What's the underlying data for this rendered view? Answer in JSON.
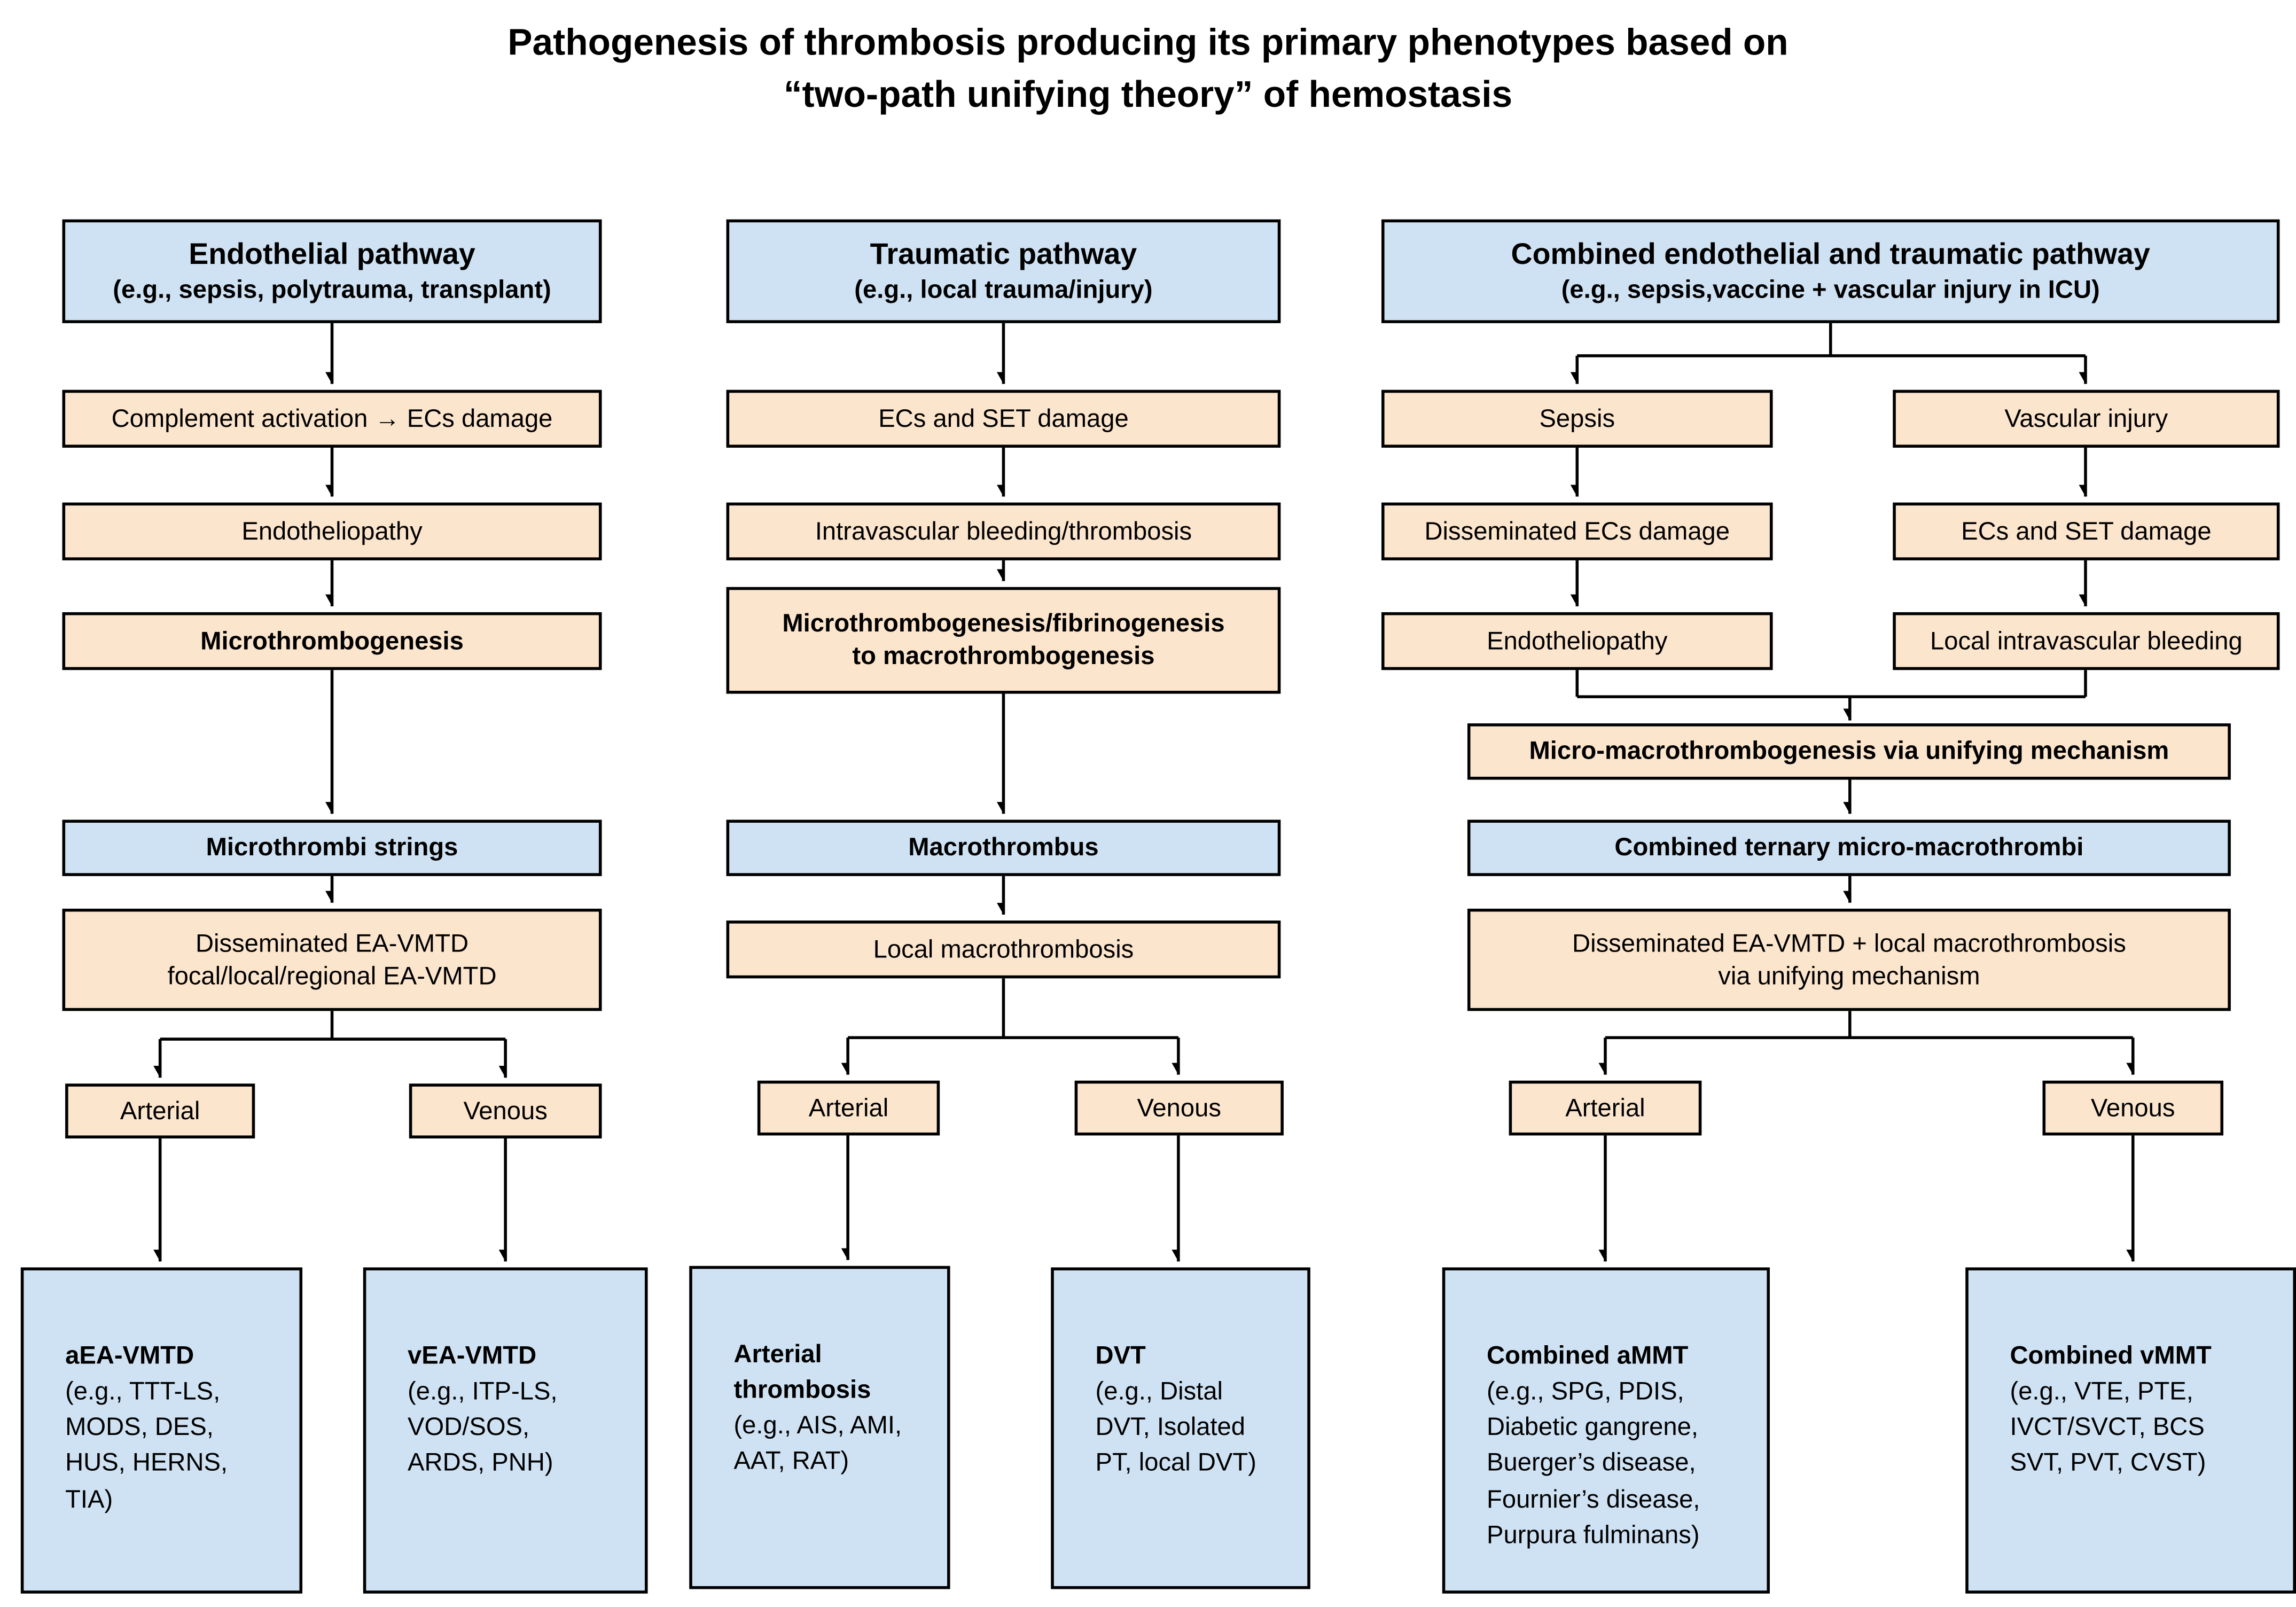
{
  "colors": {
    "box_blue": "#cfe2f3",
    "box_orange": "#fce5cd",
    "line": "#000000"
  },
  "title": {
    "line1": "Pathogenesis of thrombosis producing its primary phenotypes based on",
    "line2": "“two-path unifying theory” of hemostasis"
  },
  "endothelial": {
    "header_title": "Endothelial pathway",
    "header_subtitle": "(e.g., sepsis, polytrauma, transplant)",
    "complement": "Complement activation → ECs damage",
    "endotheliopathy": "Endotheliopathy",
    "microthrombogenesis": "Microthrombogenesis",
    "microthrombi_strings": "Microthrombi strings",
    "disseminated": "Disseminated EA-VMTD\nfocal/local/regional EA-VMTD",
    "arterial": "Arterial",
    "venous": "Venous",
    "arterial_outcome_title": "aEA-VMTD",
    "arterial_outcome_examples": "(e.g., TTT-LS,\nMODS, DES,\nHUS, HERNS,\nTIA)",
    "venous_outcome_title": "vEA-VMTD",
    "venous_outcome_examples": "(e.g., ITP-LS,\nVOD/SOS,\nARDS, PNH)"
  },
  "traumatic": {
    "header_title": "Traumatic pathway",
    "header_subtitle": "(e.g., local trauma/injury)",
    "ecs_set_damage": "ECs and SET damage",
    "intravascular_bleeding": "Intravascular bleeding/thrombosis",
    "micro_fibrinogenesis": "Microthrombogenesis/fibrinogenesis\nto macrothrombogenesis",
    "macrothrombus": "Macrothrombus",
    "local_macrothrombosis": "Local macrothrombosis",
    "arterial": "Arterial",
    "venous": "Venous",
    "arterial_outcome_title": "Arterial\nthrombosis",
    "arterial_outcome_examples": "(e.g., AIS, AMI,\nAAT, RAT)",
    "venous_outcome_title": "DVT",
    "venous_outcome_examples": "(e.g., Distal\nDVT, Isolated\nPT, local DVT)"
  },
  "combined": {
    "header_title": "Combined endothelial and traumatic pathway",
    "header_subtitle": "(e.g., sepsis,vaccine + vascular injury in ICU)",
    "sepsis": "Sepsis",
    "vascular_injury": "Vascular injury",
    "disseminated_ecs_damage": "Disseminated ECs damage",
    "ecs_set_damage": "ECs and SET damage",
    "endotheliopathy": "Endotheliopathy",
    "local_intravascular_bleeding": "Local intravascular bleeding",
    "micro_macro": "Micro-macrothrombogenesis via unifying mechanism",
    "ternary": "Combined ternary micro-macrothrombi",
    "disseminated_plus": "Disseminated EA-VMTD + local macrothrombosis\nvia unifying mechanism",
    "arterial": "Arterial",
    "venous": "Venous",
    "arterial_outcome_title": "Combined aMMT",
    "arterial_outcome_examples": "(e.g., SPG, PDIS,\nDiabetic gangrene,\nBuerger’s disease,\nFournier’s disease,\nPurpura fulminans)",
    "venous_outcome_title": "Combined vMMT",
    "venous_outcome_examples": "(e.g., VTE, PTE,\nIVCT/SVCT, BCS\nSVT, PVT, CVST)"
  }
}
